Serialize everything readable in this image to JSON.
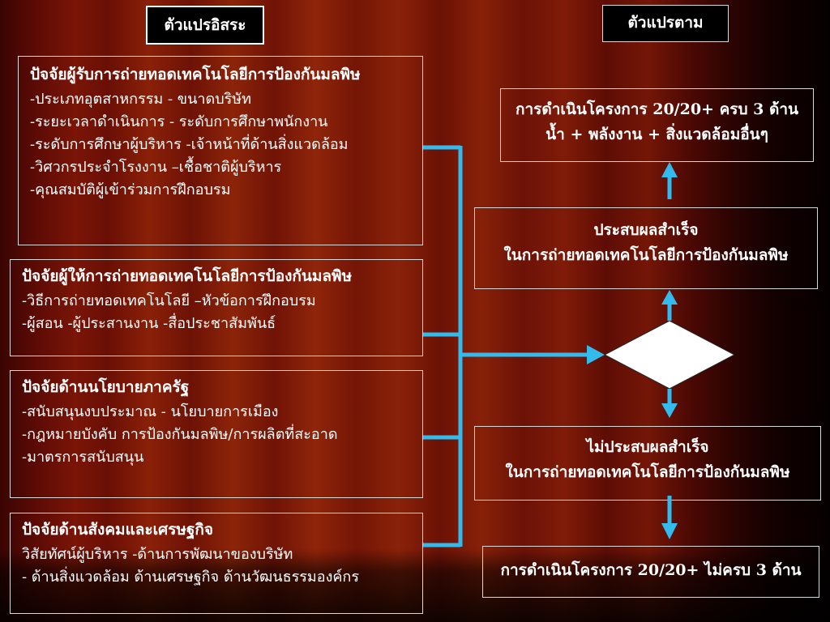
{
  "independent_label": "ตัวแปรอิสระ",
  "dependent_label": "ตัวแปรตาม",
  "factors": [
    {
      "title": "ปัจจัยผู้รับการถ่ายทอดเทคโนโลยีการป้องกันมลพิษ",
      "lines": [
        "-ประเภทอุตสาหกรรม - ขนาดบริษัท",
        "-ระยะเวลาดำเนินการ  - ระดับการศึกษาพนักงาน",
        "-ระดับการศึกษาผู้บริหาร -เจ้าหน้าที่ด้านสิ่งแวดล้อม",
        "-วิศวกรประจำโรงงาน –เชื้อชาติผู้บริหาร",
        "-คุณสมบัติผู้เข้าร่วมการฝึกอบรม"
      ]
    },
    {
      "title": "ปัจจัยผู้ให้การถ่ายทอดเทคโนโลยีการป้องกันมลพิษ",
      "lines": [
        "-วิธีการถ่ายทอดเทคโนโลยี –หัวข้อการฝึกอบรม",
        "-ผู้สอน   -ผู้ประสานงาน   -สื่อประชาสัมพันธ์"
      ]
    },
    {
      "title": "ปัจจัยด้านนโยบายภาครัฐ",
      "lines": [
        "-สนับสนุนงบประมาณ  - นโยบายการเมือง",
        "-กฎหมายบังคับ การป้องกันมลพิษ/การผลิตที่สะอาด",
        "-มาตรการสนับสนุน"
      ]
    },
    {
      "title": "ปัจจัยด้านสังคมและเศรษฐกิจ",
      "lines": [
        "วิสัยทัศน์ผู้บริหาร  -ด้านการพัฒนาของบริษัท",
        "- ด้านสิ่งแวดล้อม ด้านเศรษฐกิจ  ด้านวัฒนธรรมองค์กร"
      ]
    }
  ],
  "outcome_top": {
    "line1": "การดำเนินโครงการ 20/20+  ครบ 3 ด้าน",
    "line2": "น้ำ + พลังงาน  + สิ่งแวดล้อมอื่นๆ"
  },
  "success": {
    "line1": "ประสบผลสำเร็จ",
    "line2": "ในการถ่ายทอดเทคโนโลยีการป้องกันมลพิษ"
  },
  "failure": {
    "line1": "ไม่ประสบผลสำเร็จ",
    "line2": "ในการถ่ายทอดเทคโนโลยีการป้องกันมลพิษ"
  },
  "outcome_bottom": {
    "line1": "การดำเนินโครงการ 20/20+ ไม่ครบ 3 ด้าน"
  },
  "colors": {
    "connector": "#33bbee",
    "box_border": "#d9d9d9",
    "diamond": "#ffffff"
  }
}
